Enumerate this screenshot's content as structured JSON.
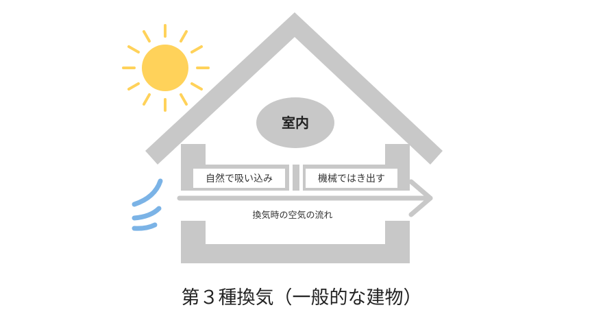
{
  "labels": {
    "room": "室内",
    "intake": "自然で吸い込み",
    "exhaust": "機械ではき出す",
    "flow": "換気時の空気の流れ",
    "caption": "第３種換気（一般的な建物）"
  },
  "colors": {
    "house": "#c8c8c8",
    "sun": "#ffd25a",
    "wind": "#7bb3e6",
    "text": "#333333",
    "background": "#ffffff"
  },
  "icons": {
    "sun": "sun-icon",
    "wind": "wind-icon",
    "arrow": "airflow-arrow-icon"
  }
}
